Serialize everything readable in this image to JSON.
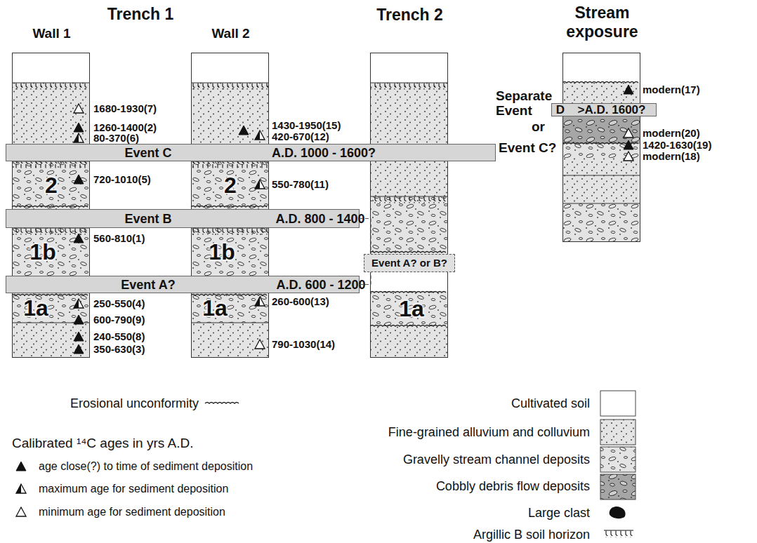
{
  "diagram": {
    "nodes": [
      {
        "text": [
          "Wall 1"
        ]
      },
      {
        "text": [
          "2"
        ],
        "in": 0
      },
      {
        "text": [
          "1b"
        ],
        "in": 0
      },
      {
        "text": [
          "1a"
        ],
        "in": 0
      },
      {
        "text": [
          "Wall 2"
        ]
      },
      {
        "text": [
          "2"
        ],
        "in": 4
      },
      {
        "text": [
          "1b"
        ],
        "in": 4
      },
      {
        "text": [
          "1a"
        ],
        "in": 4
      },
      {
        "text": [
          "Trench 2"
        ]
      },
      {
        "text": [
          "Event A? or B?"
        ],
        "in": 8
      },
      {
        "text": [
          "1a"
        ],
        "in": 8
      },
      {
        "text": [
          "Stream exposure"
        ]
      },
      {
        "text": [
          "D",
          ">A.D. 1600?"
        ]
      },
      {
        "text": [
          "Event C",
          "A.D. 1000 - 1600?"
        ]
      },
      {
        "text": [
          "Event B",
          "A.D. 800 - 1400"
        ]
      },
      {
        "text": [
          "Event A?",
          "A.D. 600 - 1200"
        ]
      }
    ],
    "edges": [
      {
        "from": 14,
        "to": 9,
        "arrow": "none"
      },
      {
        "from": 15,
        "to": 9,
        "arrow": "none"
      }
    ],
    "labels": [
      "Trench 1",
      "Separate",
      "Event",
      "or",
      "Event C?",
      "1680-1930(7)",
      "1260-1400(2)",
      "80-370(6)",
      "720-1010(5)",
      "560-810(1)",
      "250-550(4)",
      "600-790(9)",
      "240-550(8)",
      "350-630(3)",
      "1430-1950(15)",
      "420-670(12)",
      "550-780(11)",
      "260-600(13)",
      "790-1030(14)",
      "modern(17)",
      "modern(20)",
      "1420-1630(19)",
      "modern(18)",
      "Calibrated ¹⁴C ages in yrs A.D."
    ],
    "legend": [
      {
        "text": "Erosional unconformity"
      },
      {
        "text": "age close(?) to time of sediment deposition"
      },
      {
        "text": "maximum age for sediment deposition"
      },
      {
        "text": "minimum age for sediment deposition"
      },
      {
        "text": "Cultivated soil",
        "color": "#ffffff"
      },
      {
        "text": "Fine-grained alluvium and colluvium"
      },
      {
        "text": "Gravelly stream channel deposits"
      },
      {
        "text": "Cobbly debris flow deposits"
      },
      {
        "text": "Large clast"
      },
      {
        "text": "Argillic B soil horizon"
      }
    ]
  }
}
